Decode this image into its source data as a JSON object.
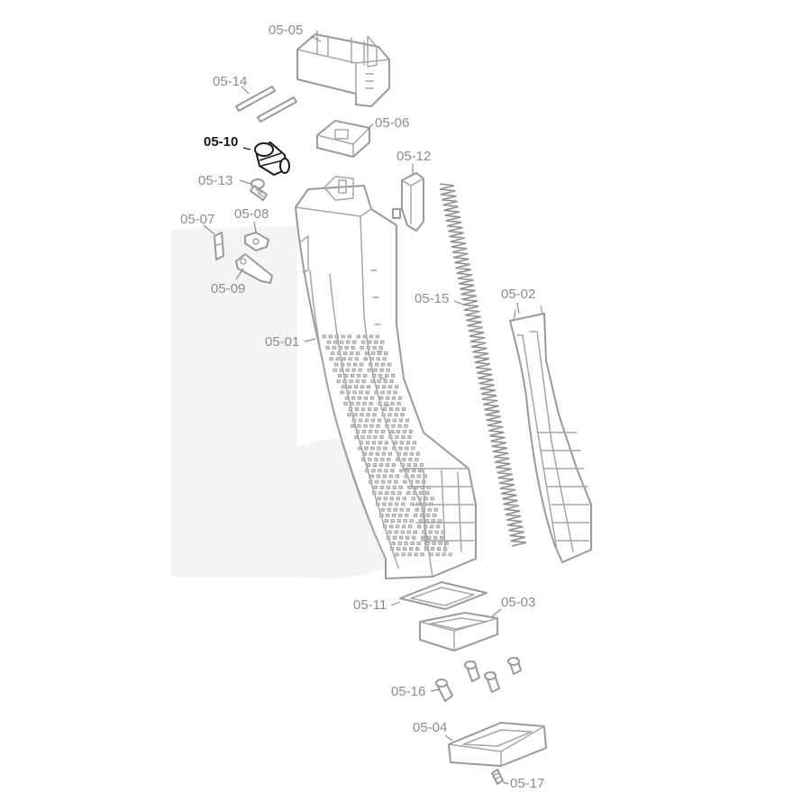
{
  "diagram": {
    "labels": {
      "p0505": "05-05",
      "p0514": "05-14",
      "p0506": "05-06",
      "p0510": "05-10",
      "p0512": "05-12",
      "p0513": "05-13",
      "p0507": "05-07",
      "p0508": "05-08",
      "p0509": "05-09",
      "p0515": "05-15",
      "p0502": "05-02",
      "p0501": "05-01",
      "p0511": "05-11",
      "p0503": "05-03",
      "p0516": "05-16",
      "p0504": "05-04",
      "p0517": "05-17"
    },
    "highlighted_part": "05-10",
    "colors": {
      "line": "#9a9a9a",
      "label": "#8c8c8c",
      "highlight": "#1a1a1a",
      "background": "#ffffff"
    }
  }
}
